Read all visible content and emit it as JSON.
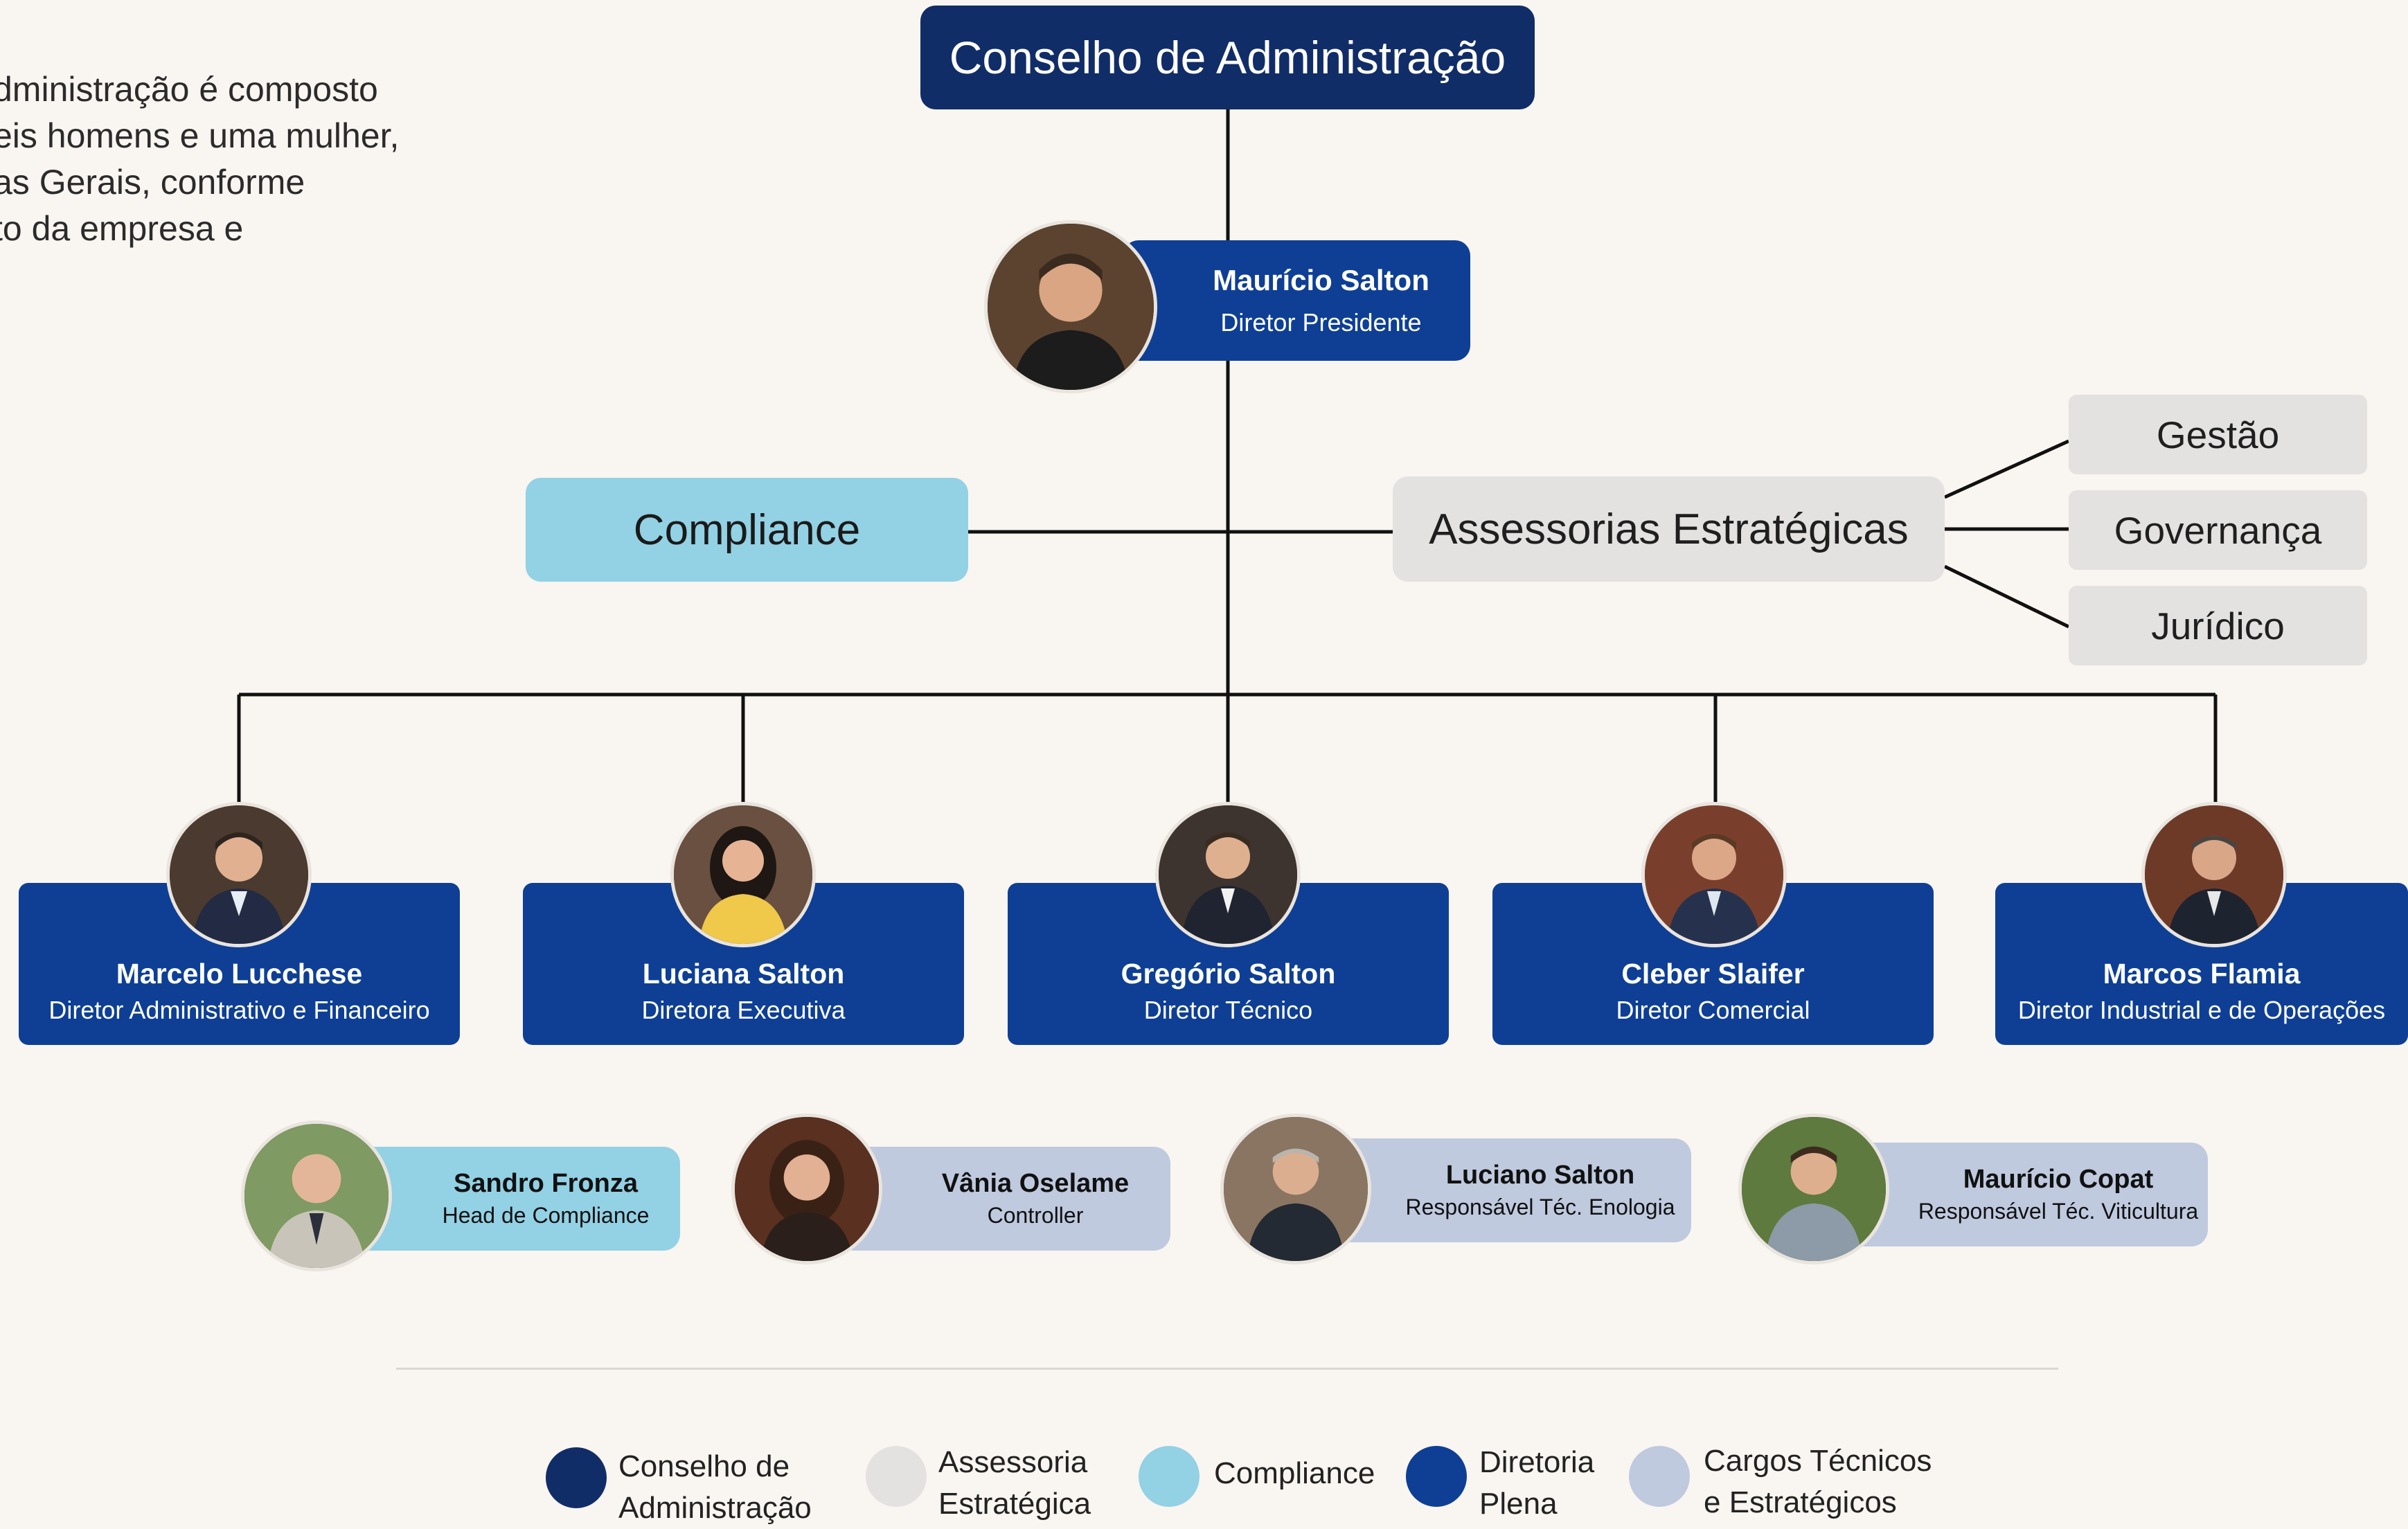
{
  "intro_lines": [
    "dministração é composto",
    "eis homens e uma mulher,",
    "as Gerais, conforme",
    "to da empresa e"
  ],
  "board": "Conselho de Administração",
  "president": {
    "name": "Maurício Salton",
    "role": "Diretor Presidente"
  },
  "compliance": "Compliance",
  "assessorias": "Assessorias Estratégicas",
  "advisory": [
    "Gestão",
    "Governança",
    "Jurídico"
  ],
  "directors": [
    {
      "name": "Marcelo Lucchese",
      "role": "Diretor Administrativo e Financeiro"
    },
    {
      "name": "Luciana Salton",
      "role": "Diretora Executiva"
    },
    {
      "name": "Gregório Salton",
      "role": "Diretor Técnico"
    },
    {
      "name": "Cleber Slaifer",
      "role": "Diretor Comercial"
    },
    {
      "name": "Marcos Flamia",
      "role": "Diretor Industrial e de Operações"
    }
  ],
  "technical": [
    {
      "name": "Sandro Fronza",
      "role": "Head de Compliance"
    },
    {
      "name": "Vânia Oselame",
      "role": "Controller"
    },
    {
      "name": "Luciano Salton",
      "role": "Responsável Téc. Enologia"
    },
    {
      "name": "Maurício Copat",
      "role": "Responsável Téc. Viticultura"
    }
  ],
  "legend": [
    {
      "line1": "Conselho de",
      "line2": "Administração",
      "color": "#112d68"
    },
    {
      "line1": "Assessoria",
      "line2": "Estratégica",
      "color": "#e3e2e1"
    },
    {
      "line1": "Compliance",
      "line2": "",
      "color": "#93d1e4"
    },
    {
      "line1": "Diretoria",
      "line2": "Plena",
      "color": "#0e3f95"
    },
    {
      "line1": "Cargos Técnicos",
      "line2": "e Estratégicos",
      "color": "#bfcadf"
    }
  ],
  "colors": {
    "board": "#112d68",
    "director": "#0e3f95",
    "compliance": "#93d1e4",
    "advisory": "#e3e2e1",
    "technical": "#bfcadf",
    "background": "#f9f5f0"
  }
}
